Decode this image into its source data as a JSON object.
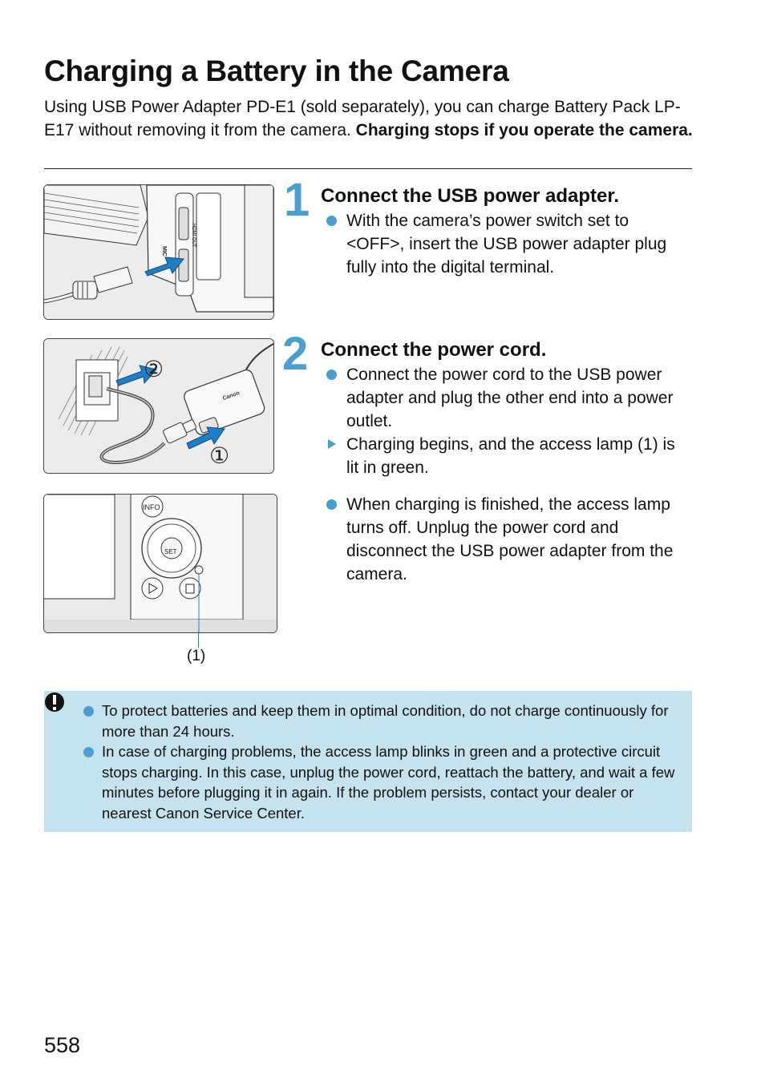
{
  "page": {
    "title": "Charging a Battery in the Camera",
    "intro_normal": "Using USB Power Adapter PD-E1 (sold separately), you can charge Battery Pack LP-E17 without removing it from the camera. ",
    "intro_bold": "Charging stops if you operate the camera.",
    "page_number": "558"
  },
  "steps": [
    {
      "number": "1",
      "title": "Connect the USB power adapter.",
      "bullets": [
        {
          "type": "dot",
          "text": "With the camera’s power switch set to <OFF>, insert the USB power adapter plug fully into the digital terminal."
        }
      ]
    },
    {
      "number": "2",
      "title": "Connect the power cord.",
      "bullets": [
        {
          "type": "dot",
          "text": "Connect the power cord to the USB power adapter and plug the other end into a power outlet."
        },
        {
          "type": "arrow",
          "text": "Charging begins, and the access lamp (1) is lit in green."
        },
        {
          "type": "dot",
          "text": "When charging is finished, the access lamp turns off. Unplug the power cord and disconnect the USB power adapter from the camera."
        }
      ]
    }
  ],
  "figures": {
    "fig2_marker_1": "①",
    "fig2_marker_2": "②",
    "fig3_callout": "(1)",
    "fig1_port_labels": [
      "MIC",
      "HDMI OUT"
    ],
    "fig2_brand": "Canon",
    "fig3_buttons": [
      "INFO",
      "SET"
    ]
  },
  "caution": {
    "icon": "caution-icon",
    "items": [
      "To protect batteries and keep them in optimal condition, do not charge continuously for more than 24 hours.",
      "In case of charging problems, the access lamp blinks in green and a protective circuit stops charging. In this case, unplug the power cord, reattach the battery, and wait a few minutes before plugging it in again. If the problem persists, contact your dealer or nearest Canon Service Center."
    ]
  },
  "colors": {
    "accent": "#4a9fd0",
    "caution_bg": "#c5e2ef",
    "arrow_blue": "#1f7fc6"
  }
}
